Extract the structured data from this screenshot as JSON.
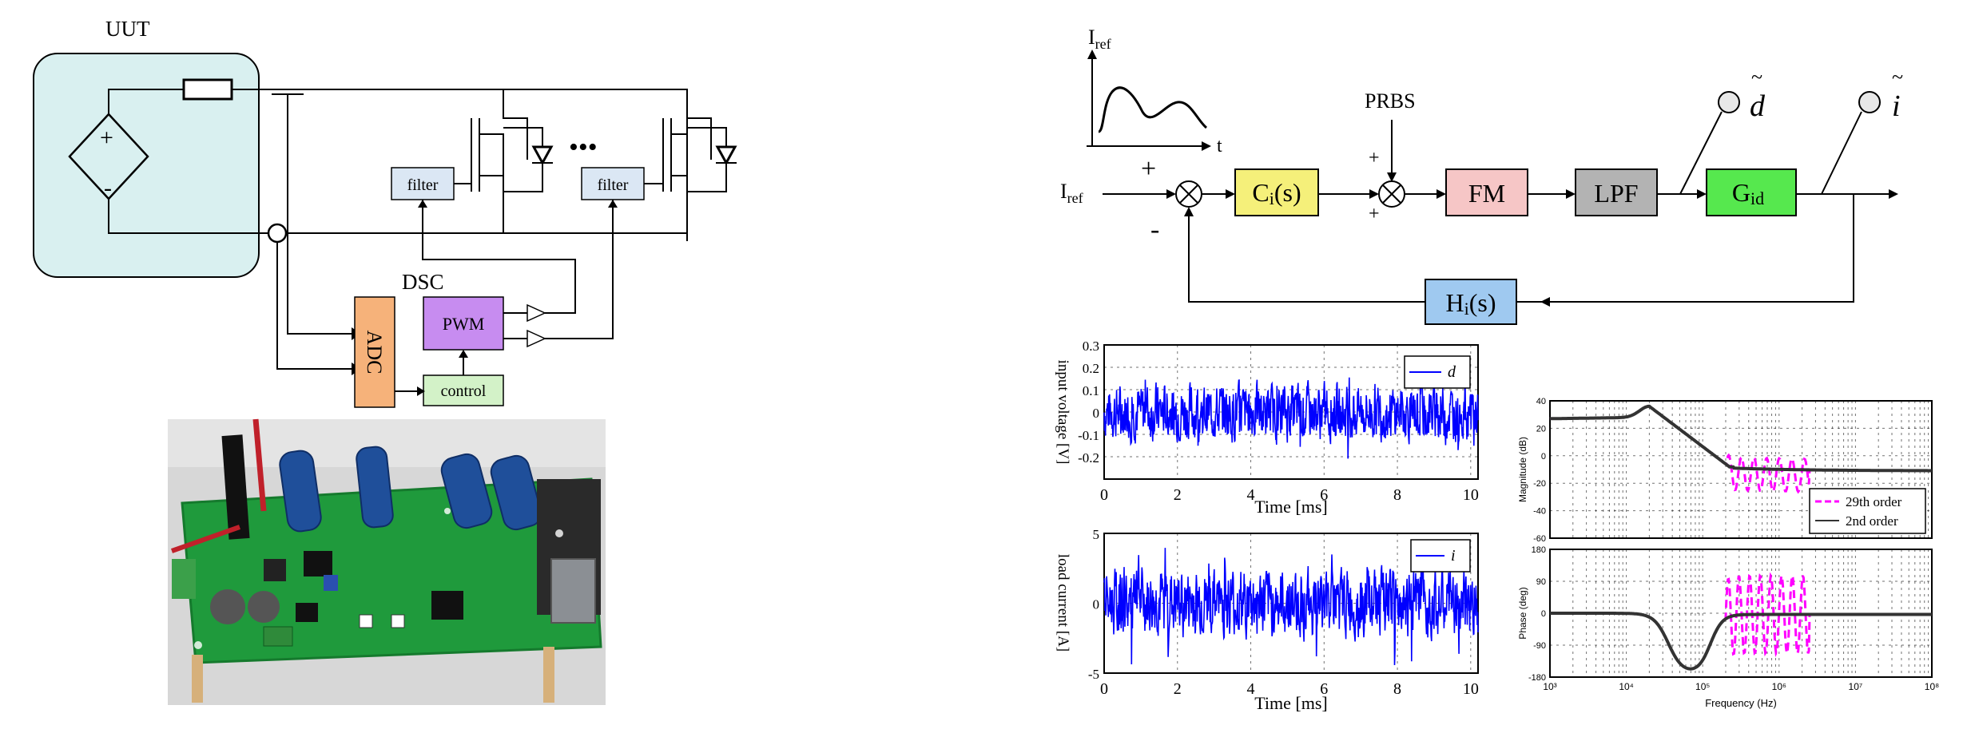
{
  "circuit": {
    "uut_label": "UUT",
    "dsc_label": "DSC",
    "plus": "+",
    "minus": "-",
    "filter_label": "filter",
    "ellipsis": "•••",
    "adc_label": "ADC",
    "pwm_label": "PWM",
    "control_label": "control",
    "colors": {
      "uut_box": "#d9f0f0",
      "adc": "#f6b27a",
      "pwm": "#c78cf0",
      "control": "#d3f2c8",
      "filter": "#dbe7f4"
    }
  },
  "photo": {
    "subject": "pcb-board-photo",
    "colors": {
      "board": "#1f9a3c",
      "capacitor": "#1f4f9a",
      "background": "#d7d7d7"
    }
  },
  "block_diagram": {
    "iref_plot_label": "I",
    "iref_plot_sub": "ref",
    "t_label": "t",
    "prbs_label": "PRBS",
    "iref_input_label": "I",
    "iref_input_sub": "ref",
    "sum_plus": "+",
    "sum_minus": "-",
    "prbs_plus_top": "+",
    "prbs_plus_bottom": "+",
    "ci_label": "C",
    "ci_sub": "i",
    "ci_suffix": "(s)",
    "fm_label": "FM",
    "lpf_label": "LPF",
    "gid_label": "G",
    "gid_sub": "id",
    "hi_label": "H",
    "hi_sub": "i",
    "hi_suffix": "(s)",
    "d_label": "d",
    "i_label": "i",
    "tilde": "~",
    "colors": {
      "ci": "#f5f07a",
      "fm": "#f6c6c6",
      "lpf": "#b3b3b3",
      "gid": "#56e84e",
      "hi": "#9fc9f0"
    }
  },
  "chart_data": [
    {
      "type": "line",
      "ylabel": "input voltage [V]",
      "xlabel": "Time [ms]",
      "xlim": [
        0,
        10.2
      ],
      "ylim": [
        -0.3,
        0.3
      ],
      "x_ticks": [
        "0",
        "2",
        "4",
        "6",
        "8",
        "10"
      ],
      "y_ticks": [
        "0.3",
        "0.2",
        "0.1",
        "0",
        "-0.1",
        "-0.2"
      ],
      "series": [
        {
          "name": "d",
          "color": "#0000ff",
          "amplitude": 0.12,
          "spike_extent": [
            -0.22,
            0.16
          ]
        }
      ],
      "grid": true,
      "legend": "top-right"
    },
    {
      "type": "line",
      "ylabel": "load current [A]",
      "xlabel": "Time [ms]",
      "xlim": [
        0,
        10.2
      ],
      "ylim": [
        -5,
        5
      ],
      "x_ticks": [
        "0",
        "2",
        "4",
        "6",
        "8",
        "10"
      ],
      "y_ticks": [
        "5",
        "0",
        "-5"
      ],
      "series": [
        {
          "name": "i",
          "color": "#0000ff",
          "amplitude": 2.3,
          "spike_extent": [
            -4.5,
            4.5
          ]
        }
      ],
      "grid": true,
      "legend": "top-right"
    },
    {
      "type": "line",
      "ylabel": "Magnitude (dB)",
      "xlabel": "",
      "xscale": "log",
      "xlim": [
        1000,
        100000000
      ],
      "ylim": [
        -60,
        40
      ],
      "y_ticks": [
        "40",
        "20",
        "0",
        "-20",
        "-40",
        "-60"
      ],
      "series": [
        {
          "name": "29th order",
          "color": "#ff00ff",
          "style": "dashed"
        },
        {
          "name": "2nd order",
          "color": "#333333",
          "style": "solid"
        }
      ],
      "grid": true,
      "legend": "bottom-right"
    },
    {
      "type": "line",
      "ylabel": "Phase (deg)",
      "xlabel": "Frequency (Hz)",
      "xscale": "log",
      "xlim": [
        1000,
        100000000
      ],
      "ylim": [
        -180,
        180
      ],
      "x_ticks": [
        "10³",
        "10⁴",
        "10⁵",
        "10⁶",
        "10⁷",
        "10⁸"
      ],
      "y_ticks": [
        "180",
        "90",
        "0",
        "-90",
        "-180"
      ],
      "series": [
        {
          "name": "29th order",
          "color": "#ff00ff",
          "style": "dashed"
        },
        {
          "name": "2nd order",
          "color": "#333333",
          "style": "solid"
        }
      ],
      "grid": true
    }
  ]
}
